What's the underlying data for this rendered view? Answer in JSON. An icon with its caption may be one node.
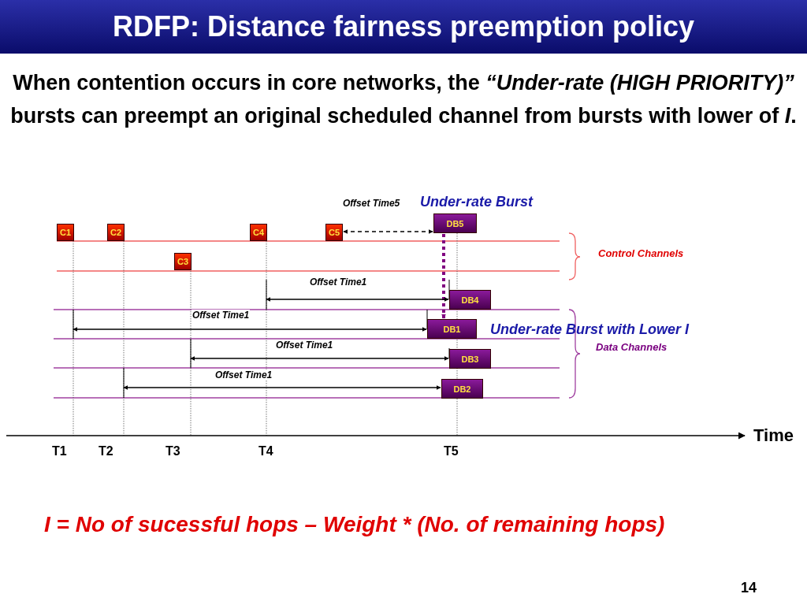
{
  "diagram": {
    "title": "RDFP: Distance fairness preemption policy",
    "nodes": [
      {
        "text": [
          "C1"
        ]
      },
      {
        "text": [
          "C2"
        ]
      },
      {
        "text": [
          "C3"
        ]
      },
      {
        "text": [
          "C4"
        ]
      },
      {
        "text": [
          "C5"
        ]
      },
      {
        "text": [
          "DB5"
        ],
        "beside": [
          "Under-rate Burst"
        ]
      },
      {
        "text": [
          "DB4"
        ]
      },
      {
        "text": [
          "DB1"
        ],
        "beside": [
          "Under-rate Burst with Lower I"
        ]
      },
      {
        "text": [
          "DB3"
        ]
      },
      {
        "text": [
          "DB2"
        ]
      }
    ],
    "edges": [
      {
        "from": 4,
        "to": 5,
        "arrow": "both",
        "style": "dashed",
        "label": "Offset Time5"
      },
      {
        "from": 5,
        "to": 7,
        "arrow": "to",
        "style": "dashed",
        "color": "#800080"
      },
      {
        "from": null,
        "to": 6,
        "arrow": "both",
        "label": "Offset Time1"
      },
      {
        "from": null,
        "to": 7,
        "arrow": "both",
        "label": "Offset Time1"
      },
      {
        "from": null,
        "to": 8,
        "arrow": "both",
        "label": "Offset Time1"
      },
      {
        "from": null,
        "to": 9,
        "arrow": "both",
        "label": "Offset Time1"
      }
    ],
    "labels": [
      "When contention occurs in core networks, the *“Under-rate (HIGH PRIORITY)”* bursts can preempt an original scheduled channel from bursts with lower of *I*.",
      "Control Channels",
      "Data Channels",
      "Time",
      "T1",
      "T2",
      "T3",
      "T4",
      "T5",
      "I = No of sucessful hops – Weight * (No. of remaining hops)",
      "14"
    ]
  }
}
